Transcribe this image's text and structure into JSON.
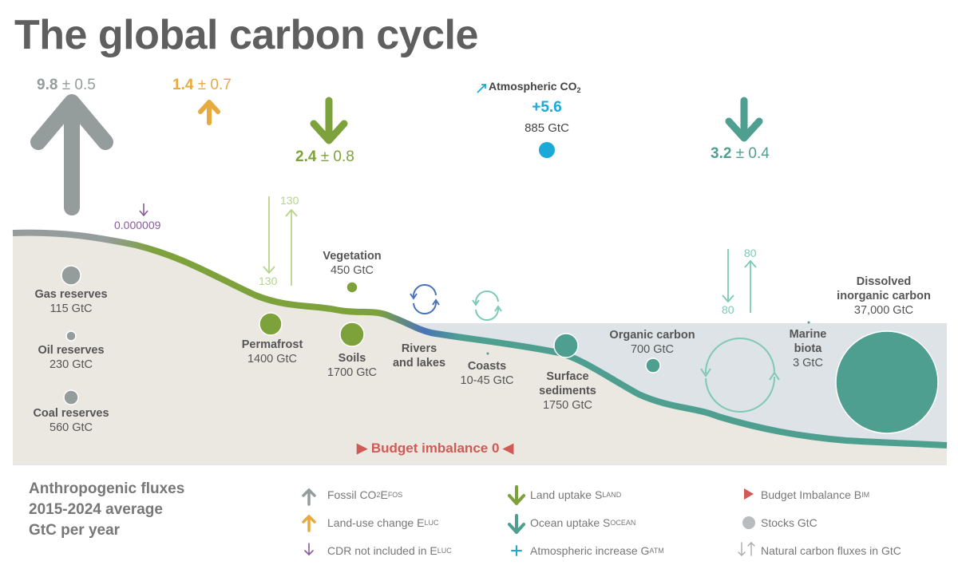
{
  "title": "The global carbon cycle",
  "colors": {
    "fossil": "#959c9c",
    "land_use": "#e8a93f",
    "cdr": "#8a5a9e",
    "land": "#7da23c",
    "ocean": "#4e9f90",
    "atmosphere": "#1ba9d8",
    "budget": "#d05a55",
    "natural_land": "#b6d48a",
    "natural_ocean": "#7ccab5",
    "rivers": "#4a74b8"
  },
  "fluxes": {
    "fossil": {
      "value": "9.8",
      "unc": "± 0.5"
    },
    "land_use": {
      "value": "1.4",
      "unc": "± 0.7"
    },
    "land_sink": {
      "value": "2.4",
      "unc": "± 0.8"
    },
    "ocean_sink": {
      "value": "3.2",
      "unc": "± 0.4"
    },
    "cdr": {
      "value": "0.000009"
    },
    "atmosphere": {
      "label": "Atmospheric CO",
      "label_sub": "2",
      "value": "+5.6",
      "stock": "885 GtC"
    }
  },
  "natural_fluxes": {
    "land_down": "130",
    "land_up": "130",
    "ocean_down": "80",
    "ocean_up": "80"
  },
  "stocks": [
    {
      "name": "Gas reserves",
      "value": "115 GtC"
    },
    {
      "name": "Oil reserves",
      "value": "230 GtC"
    },
    {
      "name": "Coal reserves",
      "value": "560 GtC"
    },
    {
      "name": "Permafrost",
      "value": "1400 GtC"
    },
    {
      "name": "Vegetation",
      "value": "450 GtC"
    },
    {
      "name": "Soils",
      "value": "1700 GtC"
    },
    {
      "name_line1": "Rivers",
      "name_line2": "and lakes"
    },
    {
      "name": "Coasts",
      "value": "10-45 GtC"
    },
    {
      "name_line1": "Surface",
      "name_line2": "sediments",
      "value": "1750 GtC"
    },
    {
      "name": "Organic carbon",
      "value": "700 GtC"
    },
    {
      "name_line1": "Marine",
      "name_line2": "biota",
      "value": "3 GtC"
    },
    {
      "name_line1": "Dissolved",
      "name_line2": "inorganic carbon",
      "value": "37,000 GtC"
    }
  ],
  "budget": {
    "label": "Budget imbalance 0"
  },
  "legend": {
    "title_lines": [
      "Anthropogenic fluxes",
      "2015-2024 average",
      "GtC per year"
    ],
    "items": [
      {
        "text": "Fossil CO",
        "sub1": "2",
        "text2": " E",
        "sub2": "FOS"
      },
      {
        "text": "Land-use change E",
        "sub2": "LUC"
      },
      {
        "text": "CDR not included in E",
        "sub2": "LUC"
      },
      {
        "text": "Land uptake S",
        "sub2": "LAND"
      },
      {
        "text": "Ocean uptake S",
        "sub2": "OCEAN"
      },
      {
        "text": "Atmospheric increase G",
        "sub2": "ATM"
      },
      {
        "text": "Budget Imbalance B",
        "sub2": "IM"
      },
      {
        "text": "Stocks GtC"
      },
      {
        "text": "Natural carbon fluxes in GtC"
      }
    ]
  }
}
